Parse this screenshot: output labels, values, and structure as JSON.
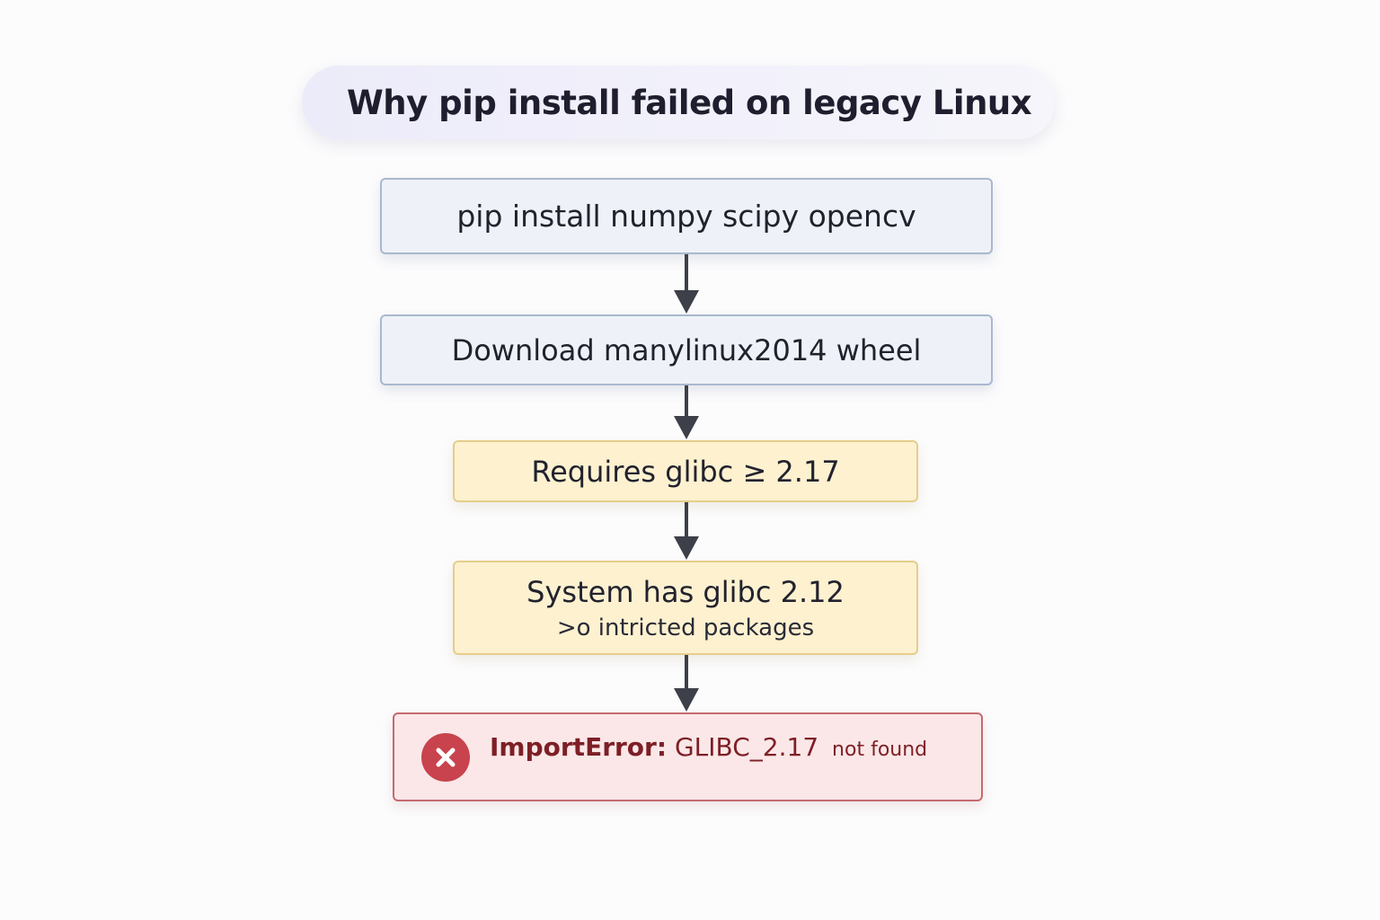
{
  "title": "Why pip install failed on legacy Linux",
  "steps": [
    {
      "text": "pip install numpy scipy opencv",
      "style": "blue"
    },
    {
      "text": "Download manylinux2014 wheel",
      "style": "blue"
    },
    {
      "text": "Requires glibc ≥ 2.17",
      "style": "yellow"
    },
    {
      "text": "System has glibc 2.12",
      "subtext": ">o intricted packages",
      "style": "yellow"
    }
  ],
  "error": {
    "label": "ImportError:",
    "code": "GLIBC_2.17",
    "suffix": "not found",
    "icon": "error-x-icon"
  },
  "colors": {
    "blue_fill": "#eef2f8",
    "blue_border": "#aab8cf",
    "yellow_fill": "#fdf1d0",
    "yellow_border": "#e6cd8a",
    "red_fill": "#fbe7e8",
    "red_border": "#c46a6f",
    "error_icon": "#c8434d",
    "arrow": "#3d4048"
  }
}
